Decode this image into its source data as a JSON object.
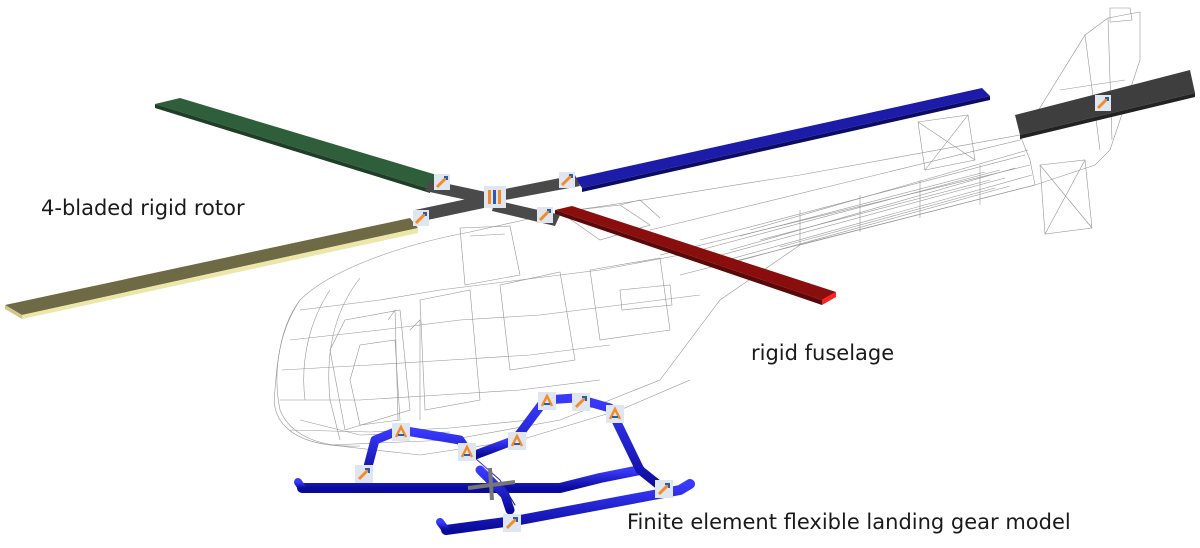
{
  "labels": {
    "rotor": "4-bladed rigid rotor",
    "fuselage": "rigid fuselage",
    "landing_gear": "Finite element flexible landing gear model"
  },
  "colors": {
    "background": "#ffffff",
    "wireframe": "#8a8a8a",
    "blade_green": "#2e5e3a",
    "blade_blue": "#1c1ca8",
    "blade_red": "#8a0e0e",
    "blade_olive": "#6e6a45",
    "blade_cream": "#ece6a8",
    "hub_gray": "#4a4a4a",
    "gear_blue": "#1414c8",
    "joint_marker": "#f28c28"
  },
  "icons": [
    "joint-marker-icon",
    "hub-marker-icon"
  ]
}
